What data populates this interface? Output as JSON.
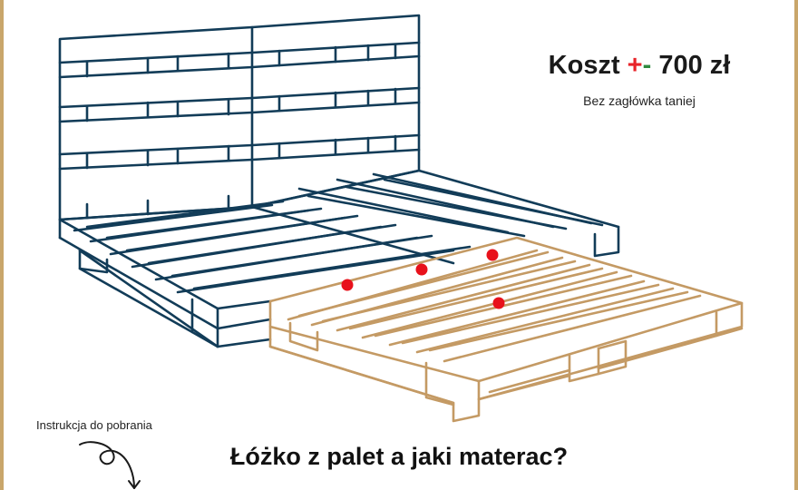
{
  "cost": {
    "prefix": "Koszt ",
    "plus": "+",
    "minus": "-",
    "amount": " 700 zł",
    "note": "Bez zagłówka taniej"
  },
  "download": {
    "label": "Instrukcja do pobrania",
    "icon": "curly-arrow-down-icon"
  },
  "headline": "Łóżko z palet a jaki materac?",
  "colors": {
    "navy_pallet": "#123c58",
    "wood_pallet": "#c49a64",
    "marker": "#e8111b",
    "frame": "#c9a66b"
  },
  "illustration": {
    "subject": "pallet bed with headboard",
    "markers_count": 4
  }
}
